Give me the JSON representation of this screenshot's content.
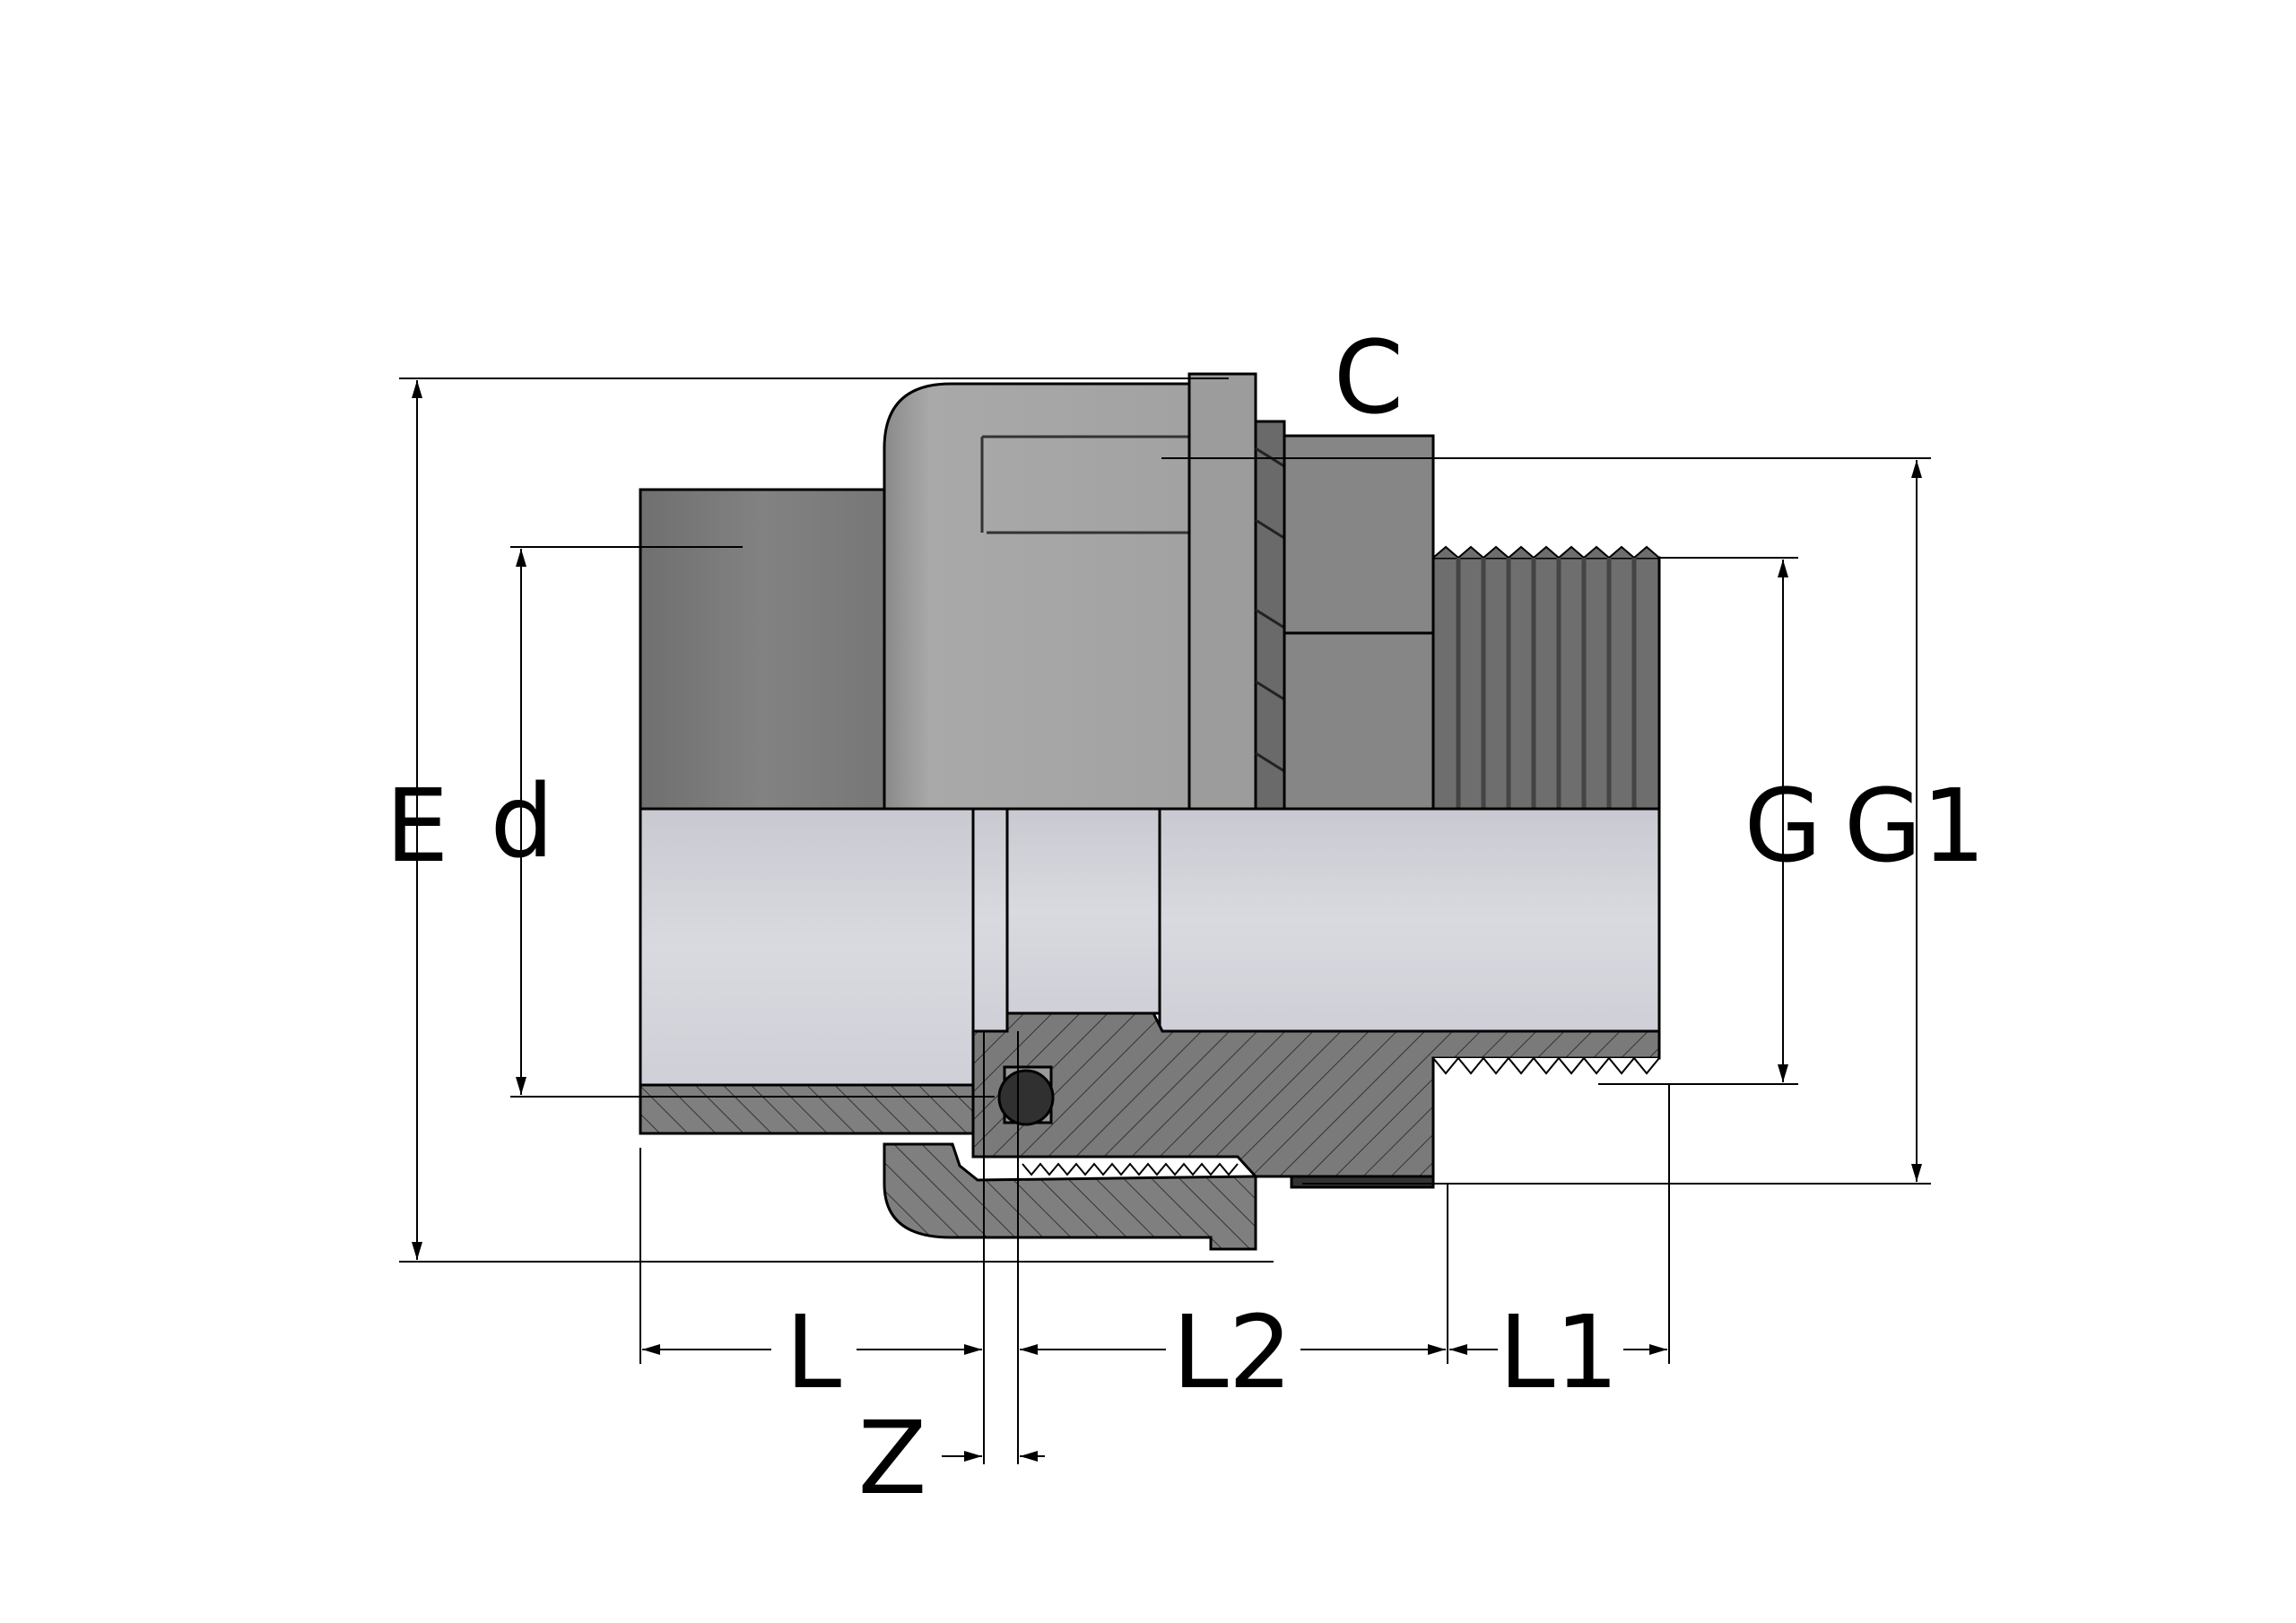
{
  "drawing": {
    "title_hidden": "",
    "labels": {
      "E": "E",
      "d": "d",
      "C": "C",
      "G": "G",
      "G1": "G1",
      "L": "L",
      "L2": "L2",
      "L1": "L1",
      "Z": "Z"
    },
    "colors": {
      "socket": "#7c7c7c",
      "nut": "#a8a8a8",
      "hex": "#858585",
      "thread": "#6e6e6e",
      "bore": "#d3d3db",
      "section": "#808080",
      "oring": "#303030"
    }
  }
}
